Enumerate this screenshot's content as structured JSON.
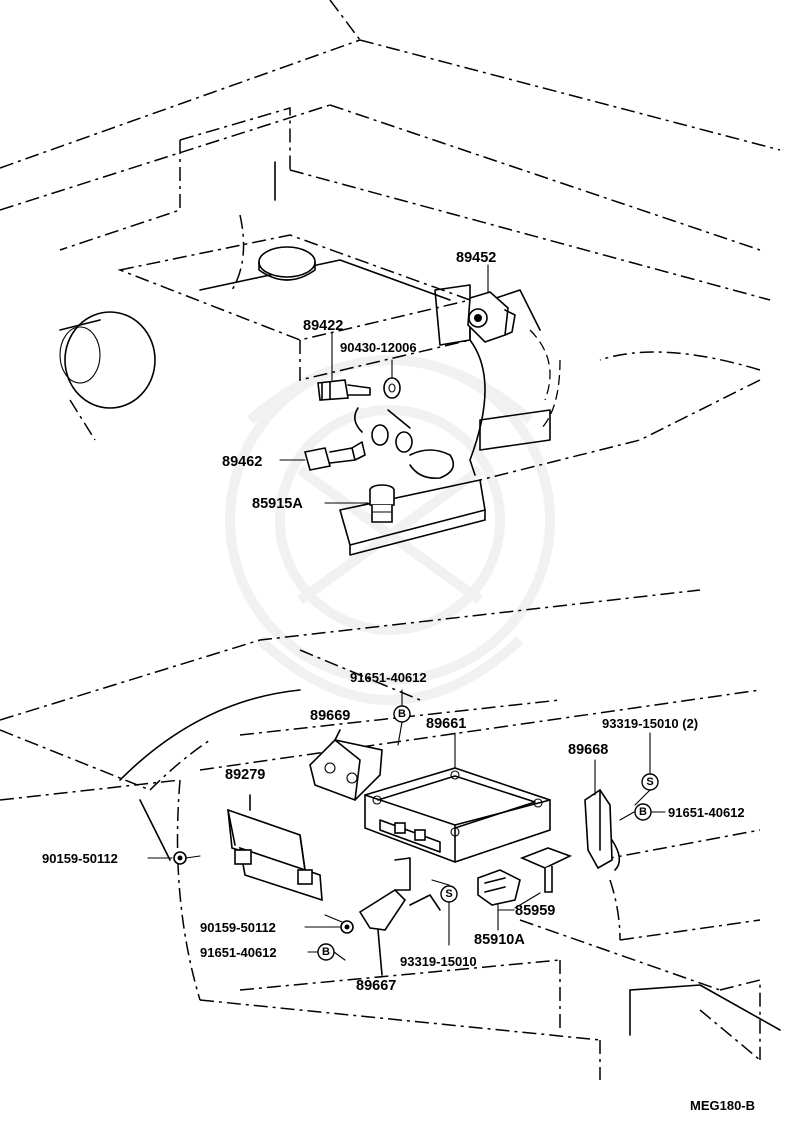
{
  "diagram": {
    "code": "MEG180-B",
    "labels": {
      "p89452": "89452",
      "p89422": "89422",
      "p90430": "90430-12006",
      "p89462": "89462",
      "p85915A": "85915A",
      "p91651_top": "91651-40612",
      "p89669": "89669",
      "p89661": "89661",
      "p93319_2": "93319-15010 (2)",
      "p89668": "89668",
      "p91651_right": "91651-40612",
      "p89279": "89279",
      "p90159_a": "90159-50112",
      "p90159_b": "90159-50112",
      "p91651_left": "91651-40612",
      "p85959": "85959",
      "p85910A": "85910A",
      "p93319": "93319-15010",
      "p89667": "89667"
    },
    "markers": {
      "b": "B",
      "s": "S"
    }
  }
}
